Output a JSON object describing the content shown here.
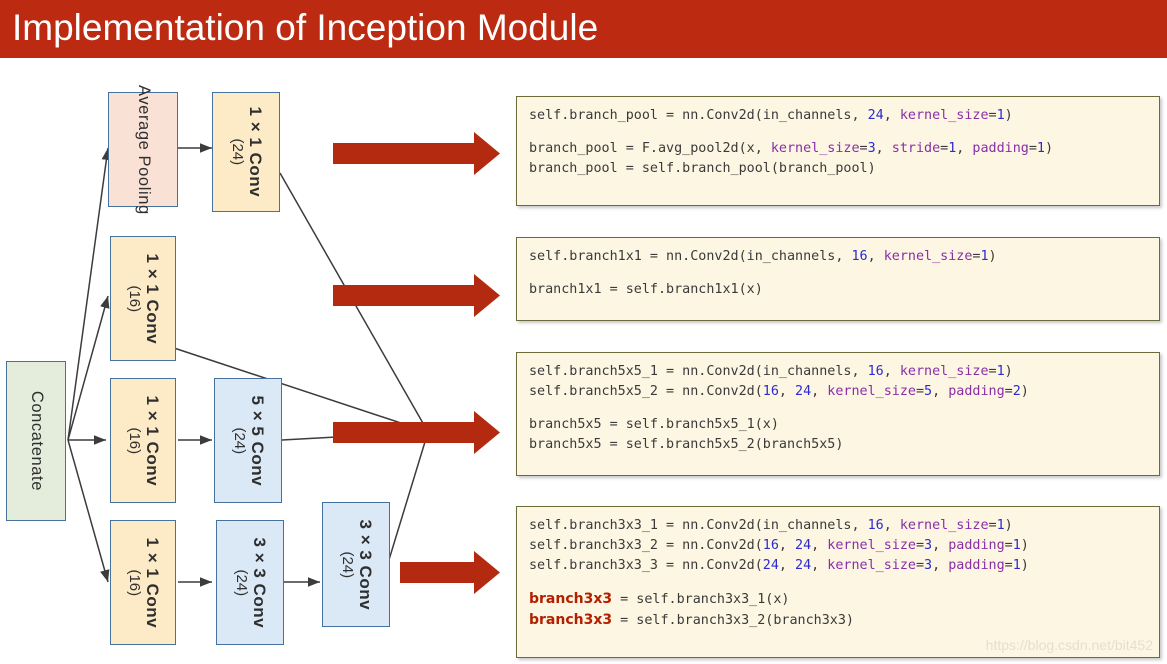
{
  "header": {
    "title": "Implementation of Inception Module",
    "bar_color": "#bc2a11",
    "text_color": "#ffffff"
  },
  "diagram": {
    "nodes": [
      {
        "id": "concatenate",
        "label_main": "Concatenate",
        "label_sub": "",
        "fill": "#e4ecdb",
        "border": "#46729f"
      },
      {
        "id": "avg-pooling",
        "label_main": "Average Pooling",
        "label_sub": "",
        "fill": "#fae1d5",
        "border": "#46729f"
      },
      {
        "id": "conv1x1-24",
        "label_main": "1 × 1 Conv",
        "label_sub": "(24)",
        "fill": "#fdeac6",
        "border": "#46729f"
      },
      {
        "id": "conv1x1-16-b",
        "label_main": "1 × 1 Conv",
        "label_sub": "(16)",
        "fill": "#fdeac6",
        "border": "#46729f"
      },
      {
        "id": "conv1x1-16-c",
        "label_main": "1 × 1 Conv",
        "label_sub": "(16)",
        "fill": "#fdeac6",
        "border": "#46729f"
      },
      {
        "id": "conv5x5-24",
        "label_main": "5 × 5 Conv",
        "label_sub": "(24)",
        "fill": "#dbe8f6",
        "border": "#46729f"
      },
      {
        "id": "conv1x1-16-d",
        "label_main": "1 × 1 Conv",
        "label_sub": "(16)",
        "fill": "#fdeac6",
        "border": "#46729f"
      },
      {
        "id": "conv3x3-24-a",
        "label_main": "3 × 3 Conv",
        "label_sub": "(24)",
        "fill": "#dbe8f6",
        "border": "#46729f"
      },
      {
        "id": "conv3x3-24-b",
        "label_main": "3 × 3 Conv",
        "label_sub": "(24)",
        "fill": "#dbe8f6",
        "border": "#46729f"
      }
    ],
    "red_arrow_color": "#b42a11",
    "connector_color": "#3c3c3c"
  },
  "code_blocks": [
    {
      "id": "branch-pool",
      "lines": [
        [
          {
            "t": "self.branch_pool = nn.Conv2d(in_channels, ",
            "c": ""
          },
          {
            "t": "24",
            "c": "num"
          },
          {
            "t": ", ",
            "c": ""
          },
          {
            "t": "kernel_size",
            "c": "kw"
          },
          {
            "t": "=",
            "c": ""
          },
          {
            "t": "1",
            "c": "num"
          },
          {
            "t": ")",
            "c": ""
          }
        ],
        [],
        [
          {
            "t": "branch_pool = F.avg_pool2d(x, ",
            "c": ""
          },
          {
            "t": "kernel_size",
            "c": "kw"
          },
          {
            "t": "=",
            "c": ""
          },
          {
            "t": "3",
            "c": "num"
          },
          {
            "t": ", ",
            "c": ""
          },
          {
            "t": "stride",
            "c": "kw"
          },
          {
            "t": "=",
            "c": ""
          },
          {
            "t": "1",
            "c": "num"
          },
          {
            "t": ", ",
            "c": ""
          },
          {
            "t": "padding",
            "c": "kw"
          },
          {
            "t": "=",
            "c": ""
          },
          {
            "t": "1",
            "c": "num"
          },
          {
            "t": ")",
            "c": ""
          }
        ],
        [
          {
            "t": "branch_pool = self.branch_pool(branch_pool)",
            "c": ""
          }
        ]
      ]
    },
    {
      "id": "branch1x1",
      "lines": [
        [
          {
            "t": "self.branch1x1 = nn.Conv2d(in_channels, ",
            "c": ""
          },
          {
            "t": "16",
            "c": "num"
          },
          {
            "t": ", ",
            "c": ""
          },
          {
            "t": "kernel_size",
            "c": "kw"
          },
          {
            "t": "=",
            "c": ""
          },
          {
            "t": "1",
            "c": "num"
          },
          {
            "t": ")",
            "c": ""
          }
        ],
        [],
        [
          {
            "t": "branch1x1 = self.branch1x1(x)",
            "c": ""
          }
        ]
      ]
    },
    {
      "id": "branch5x5",
      "lines": [
        [
          {
            "t": "self.branch5x5_1 = nn.Conv2d(in_channels, ",
            "c": ""
          },
          {
            "t": "16",
            "c": "num"
          },
          {
            "t": ", ",
            "c": ""
          },
          {
            "t": "kernel_size",
            "c": "kw"
          },
          {
            "t": "=",
            "c": ""
          },
          {
            "t": "1",
            "c": "num"
          },
          {
            "t": ")",
            "c": ""
          }
        ],
        [
          {
            "t": "self.branch5x5_2 = nn.Conv2d(",
            "c": ""
          },
          {
            "t": "16",
            "c": "num"
          },
          {
            "t": ", ",
            "c": ""
          },
          {
            "t": "24",
            "c": "num"
          },
          {
            "t": ", ",
            "c": ""
          },
          {
            "t": "kernel_size",
            "c": "kw"
          },
          {
            "t": "=",
            "c": ""
          },
          {
            "t": "5",
            "c": "num"
          },
          {
            "t": ", ",
            "c": ""
          },
          {
            "t": "padding",
            "c": "kw"
          },
          {
            "t": "=",
            "c": ""
          },
          {
            "t": "2",
            "c": "num"
          },
          {
            "t": ")",
            "c": ""
          }
        ],
        [],
        [
          {
            "t": "branch5x5 = self.branch5x5_1(x)",
            "c": ""
          }
        ],
        [
          {
            "t": "branch5x5 = self.branch5x5_2(branch5x5)",
            "c": ""
          }
        ]
      ]
    },
    {
      "id": "branch3x3",
      "lines": [
        [
          {
            "t": "self.branch3x3_1 = nn.Conv2d(in_channels, ",
            "c": ""
          },
          {
            "t": "16",
            "c": "num"
          },
          {
            "t": ", ",
            "c": ""
          },
          {
            "t": "kernel_size",
            "c": "kw"
          },
          {
            "t": "=",
            "c": ""
          },
          {
            "t": "1",
            "c": "num"
          },
          {
            "t": ")",
            "c": ""
          }
        ],
        [
          {
            "t": "self.branch3x3_2 = nn.Conv2d(",
            "c": ""
          },
          {
            "t": "16",
            "c": "num"
          },
          {
            "t": ", ",
            "c": ""
          },
          {
            "t": "24",
            "c": "num"
          },
          {
            "t": ", ",
            "c": ""
          },
          {
            "t": "kernel_size",
            "c": "kw"
          },
          {
            "t": "=",
            "c": ""
          },
          {
            "t": "3",
            "c": "num"
          },
          {
            "t": ", ",
            "c": ""
          },
          {
            "t": "padding",
            "c": "kw"
          },
          {
            "t": "=",
            "c": ""
          },
          {
            "t": "1",
            "c": "num"
          },
          {
            "t": ")",
            "c": ""
          }
        ],
        [
          {
            "t": "self.branch3x3_3 = nn.Conv2d(",
            "c": ""
          },
          {
            "t": "24",
            "c": "num"
          },
          {
            "t": ", ",
            "c": ""
          },
          {
            "t": "24",
            "c": "num"
          },
          {
            "t": ", ",
            "c": ""
          },
          {
            "t": "kernel_size",
            "c": "kw"
          },
          {
            "t": "=",
            "c": ""
          },
          {
            "t": "3",
            "c": "num"
          },
          {
            "t": ", ",
            "c": ""
          },
          {
            "t": "padding",
            "c": "kw"
          },
          {
            "t": "=",
            "c": ""
          },
          {
            "t": "1",
            "c": "num"
          },
          {
            "t": ")",
            "c": ""
          }
        ],
        [],
        [
          {
            "t": "branch3x3",
            "c": "red"
          },
          {
            "t": " = self.branch3x3_1(x)",
            "c": ""
          }
        ],
        [
          {
            "t": "branch3x3",
            "c": "red"
          },
          {
            "t": " = self.branch3x3_2(branch3x3)",
            "c": ""
          }
        ]
      ]
    }
  ],
  "watermark": "https://blog.csdn.net/bit452"
}
